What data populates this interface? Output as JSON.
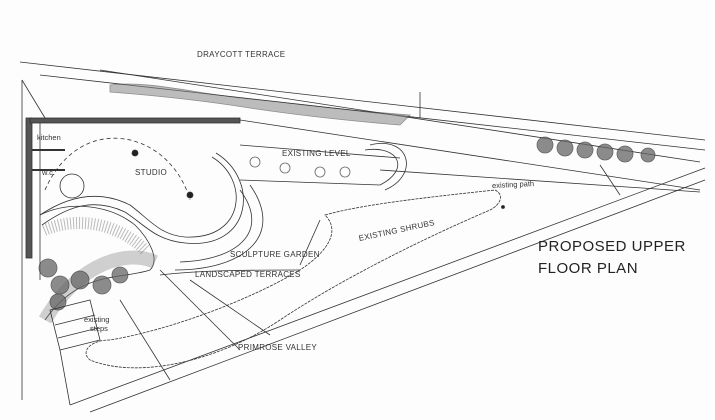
{
  "labels": {
    "street_top": "DRAYCOTT TERRACE",
    "kitchen": "kitchen",
    "wc": "w.c.",
    "studio": "STUDIO",
    "existing_level": "EXISTING LEVEL",
    "existing_path": "existing path",
    "existing_shrubs": "EXISTING SHRUBS",
    "sculpture_garden": "SCULPTURE GARDEN",
    "landscaped_terraces": "LANDSCAPED TERRACES",
    "existing_steps_1": "existing",
    "existing_steps_2": "steps",
    "street_bottom": "PRIMROSE VALLEY"
  },
  "title": {
    "line1": "PROPOSED UPPER",
    "line2": "FLOOR PLAN"
  }
}
